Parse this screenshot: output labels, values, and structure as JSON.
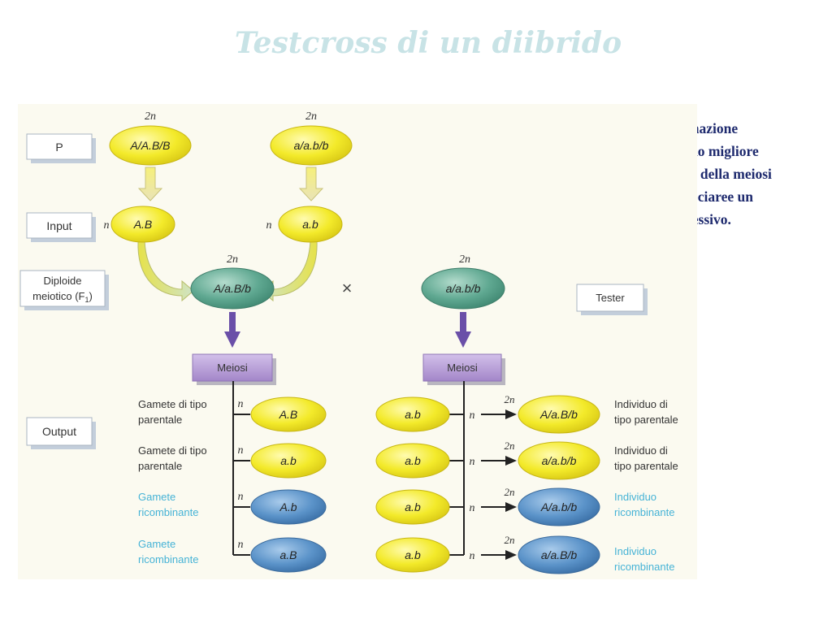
{
  "title": "Testcross di un diibrido",
  "description": [
    "Come si identifica la ricombinazione",
    "negli organismi diploidi. Il metodo migliore",
    "per rilevare i prodotti ricombinanti della meiosi",
    "di un diploide consiste nell’incrociaree un",
    "eterozigote per un tester recessivo."
  ],
  "row_labels": {
    "p": "P",
    "input": "Input",
    "f1_line1": "Diploide",
    "f1_line2": "meiotico (F",
    "f1_sub": "1",
    "f1_close": ")",
    "output": "Output",
    "tester": "Tester"
  },
  "ploidy": {
    "diploid": "2n",
    "haploid": "n"
  },
  "parents": {
    "left": "A/A.B/B",
    "right": "a/a.b/b"
  },
  "inputs": {
    "left": "A.B",
    "right": "a.b"
  },
  "f1": "A/a.B/b",
  "tester_genotype": "a/a.b/b",
  "cross_symbol": "×",
  "meiosis_label": "Meiosi",
  "gametes": [
    {
      "label1": "Gamete di tipo",
      "label2": "parentale",
      "genotype": "A.B",
      "type": "parental"
    },
    {
      "label1": "Gamete di tipo",
      "label2": "parentale",
      "genotype": "a.b",
      "type": "parental"
    },
    {
      "label1": "Gamete",
      "label2": "ricombinante",
      "genotype": "A.b",
      "type": "recombinant"
    },
    {
      "label1": "Gamete",
      "label2": "ricombinante",
      "genotype": "a.B",
      "type": "recombinant"
    }
  ],
  "tester_gametes": [
    "a.b",
    "a.b",
    "a.b",
    "a.b"
  ],
  "progeny": [
    {
      "genotype": "A/a.B/b",
      "label1": "Individuo di",
      "label2": "tipo parentale",
      "type": "parental"
    },
    {
      "genotype": "a/a.b/b",
      "label1": "Individuo di",
      "label2": "tipo parentale",
      "type": "parental"
    },
    {
      "genotype": "A/a.b/b",
      "label1": "Individuo",
      "label2": "ricombinante",
      "type": "recombinant"
    },
    {
      "genotype": "a/a.B/b",
      "label1": "Individuo",
      "label2": "ricombinante",
      "type": "recombinant"
    }
  ],
  "colors": {
    "title": "#c8e3e6",
    "description_text": "#1e2a6e",
    "diagram_background": "#fbfaf0",
    "parental_ellipse": "#f3ea2a",
    "recombinant_ellipse": "#5b93c9",
    "diploid_green": "#5fa891",
    "meiosis_box": "#b89fd6",
    "meiosis_arrow": "#6a4fa8",
    "recombinant_text": "#46b3d6"
  }
}
